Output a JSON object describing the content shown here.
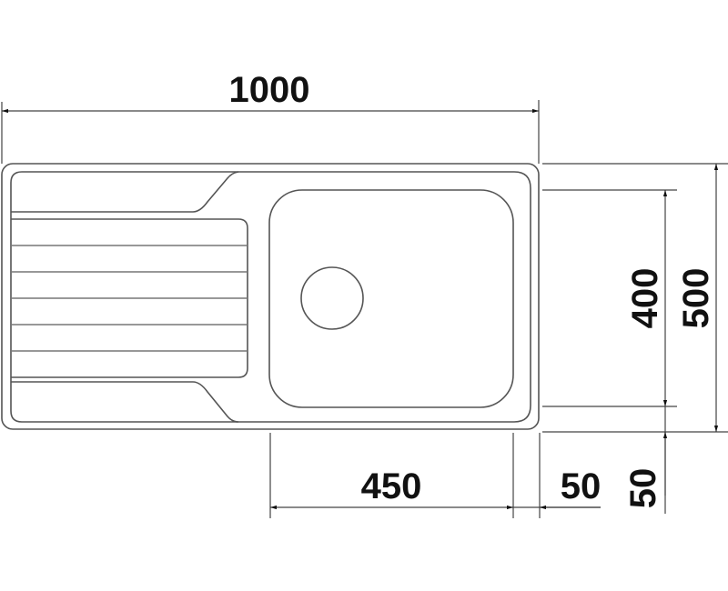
{
  "diagram": {
    "type": "technical-drawing",
    "subject": "kitchen sink with drainboard (top view)",
    "units": "mm",
    "colors": {
      "line": "#555555",
      "text": "#111111",
      "background": "#ffffff"
    },
    "dimensions": {
      "overall_width": "1000",
      "overall_depth": "500",
      "bowl_depth": "400",
      "bowl_width": "450",
      "bowl_edge_offset_right": "50",
      "bowl_edge_offset_bottom": "50"
    }
  }
}
